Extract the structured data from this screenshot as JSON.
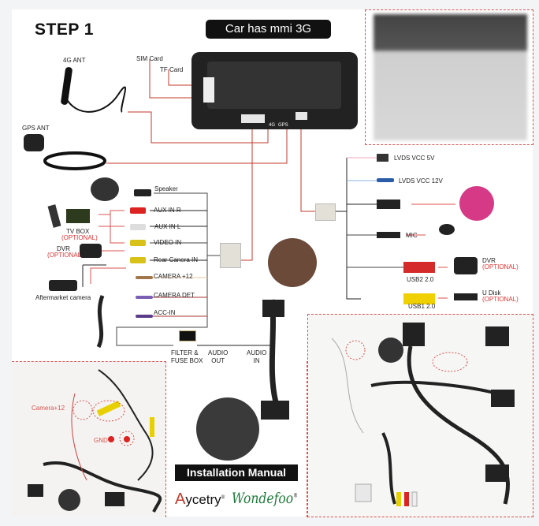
{
  "header": {
    "step": "STEP 1",
    "badge": "Car has mmi 3G"
  },
  "head_unit": {
    "sim_card": "SIM Card",
    "tf_card": "TF Card",
    "port_4g": "4G",
    "port_gps": "GPS"
  },
  "antennas": {
    "ant_4g": "4G ANT",
    "ant_gps": "GPS ANT"
  },
  "left_connections": {
    "speaker": "Speaker",
    "aux_r": "AUX IN R",
    "aux_l": "AUX IN L",
    "video_in": "VIDEO IN",
    "rear_camera_in": "Rear Canera IN",
    "camera_12": "CAMERA +12",
    "camera_det": "CAMERA DET",
    "acc_in": "ACC-IN",
    "tv_box": "TV BOX",
    "tv_box_opt": "(OPTIONAL)",
    "dvr": "DVR",
    "dvr_opt": "(OPTIONAL)",
    "aftermarket_camera": "Aftermarket camera",
    "filter_line1": "FILTER &",
    "filter_line2": "FUSE BOX",
    "audio_out_1": "AUDIO",
    "audio_out_2": "OUT",
    "audio_in_1": "AUDIO",
    "audio_in_2": "IN"
  },
  "right_connections": {
    "lvds_5v": "LVDS VCC 5V",
    "lvds_12v": "LVDS VCC 12V",
    "mic": "MIC",
    "usb2": "USB2 2.0",
    "usb1": "USB1 2.0",
    "dvr": "DVR",
    "dvr_opt": "(OPTIONAL)",
    "udisk": "U Disk",
    "udisk_opt": "(OPTIONAL)"
  },
  "bottom_left": {
    "camera12": "Camera+12",
    "gnd": "GND"
  },
  "footer": {
    "manual": "Installation Manual",
    "brand1_initial": "A",
    "brand1_rest": "ycetry",
    "brand2": "Wondefoo",
    "reg": "®"
  },
  "colors": {
    "accent_red": "#d9534f",
    "brand_green": "#1e7a3a"
  }
}
